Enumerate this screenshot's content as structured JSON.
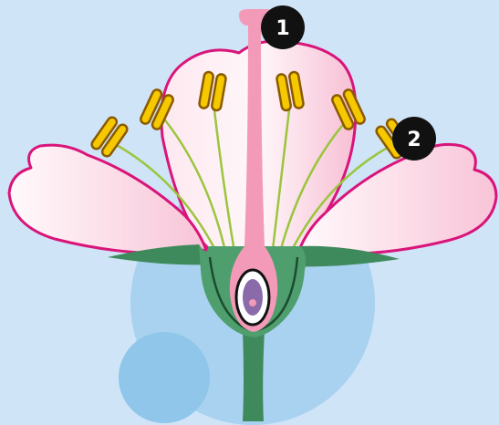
{
  "colors": {
    "background": "#cfe4f7",
    "backdrop_circle": "#a8d2ef",
    "backdrop_circle_small": "#8fc6ea",
    "petal_fill": "#fde6ee",
    "petal_outline": "#d9147a",
    "pistil": "#f29ab7",
    "filament": "#9bc53d",
    "anther_fill": "#f5c800",
    "anther_outline": "#8a5a00",
    "receptacle": "#4f9e6e",
    "sepal": "#3f8a5c",
    "stem": "#3f8a5c",
    "ovary_outline": "#1a4d2e",
    "ovule": "#8a6aa8",
    "marker_fill": "#111111",
    "marker_text": "#ffffff"
  },
  "markers": [
    {
      "label": "1",
      "points_to": "stigma"
    },
    {
      "label": "2",
      "points_to": "anther"
    }
  ]
}
